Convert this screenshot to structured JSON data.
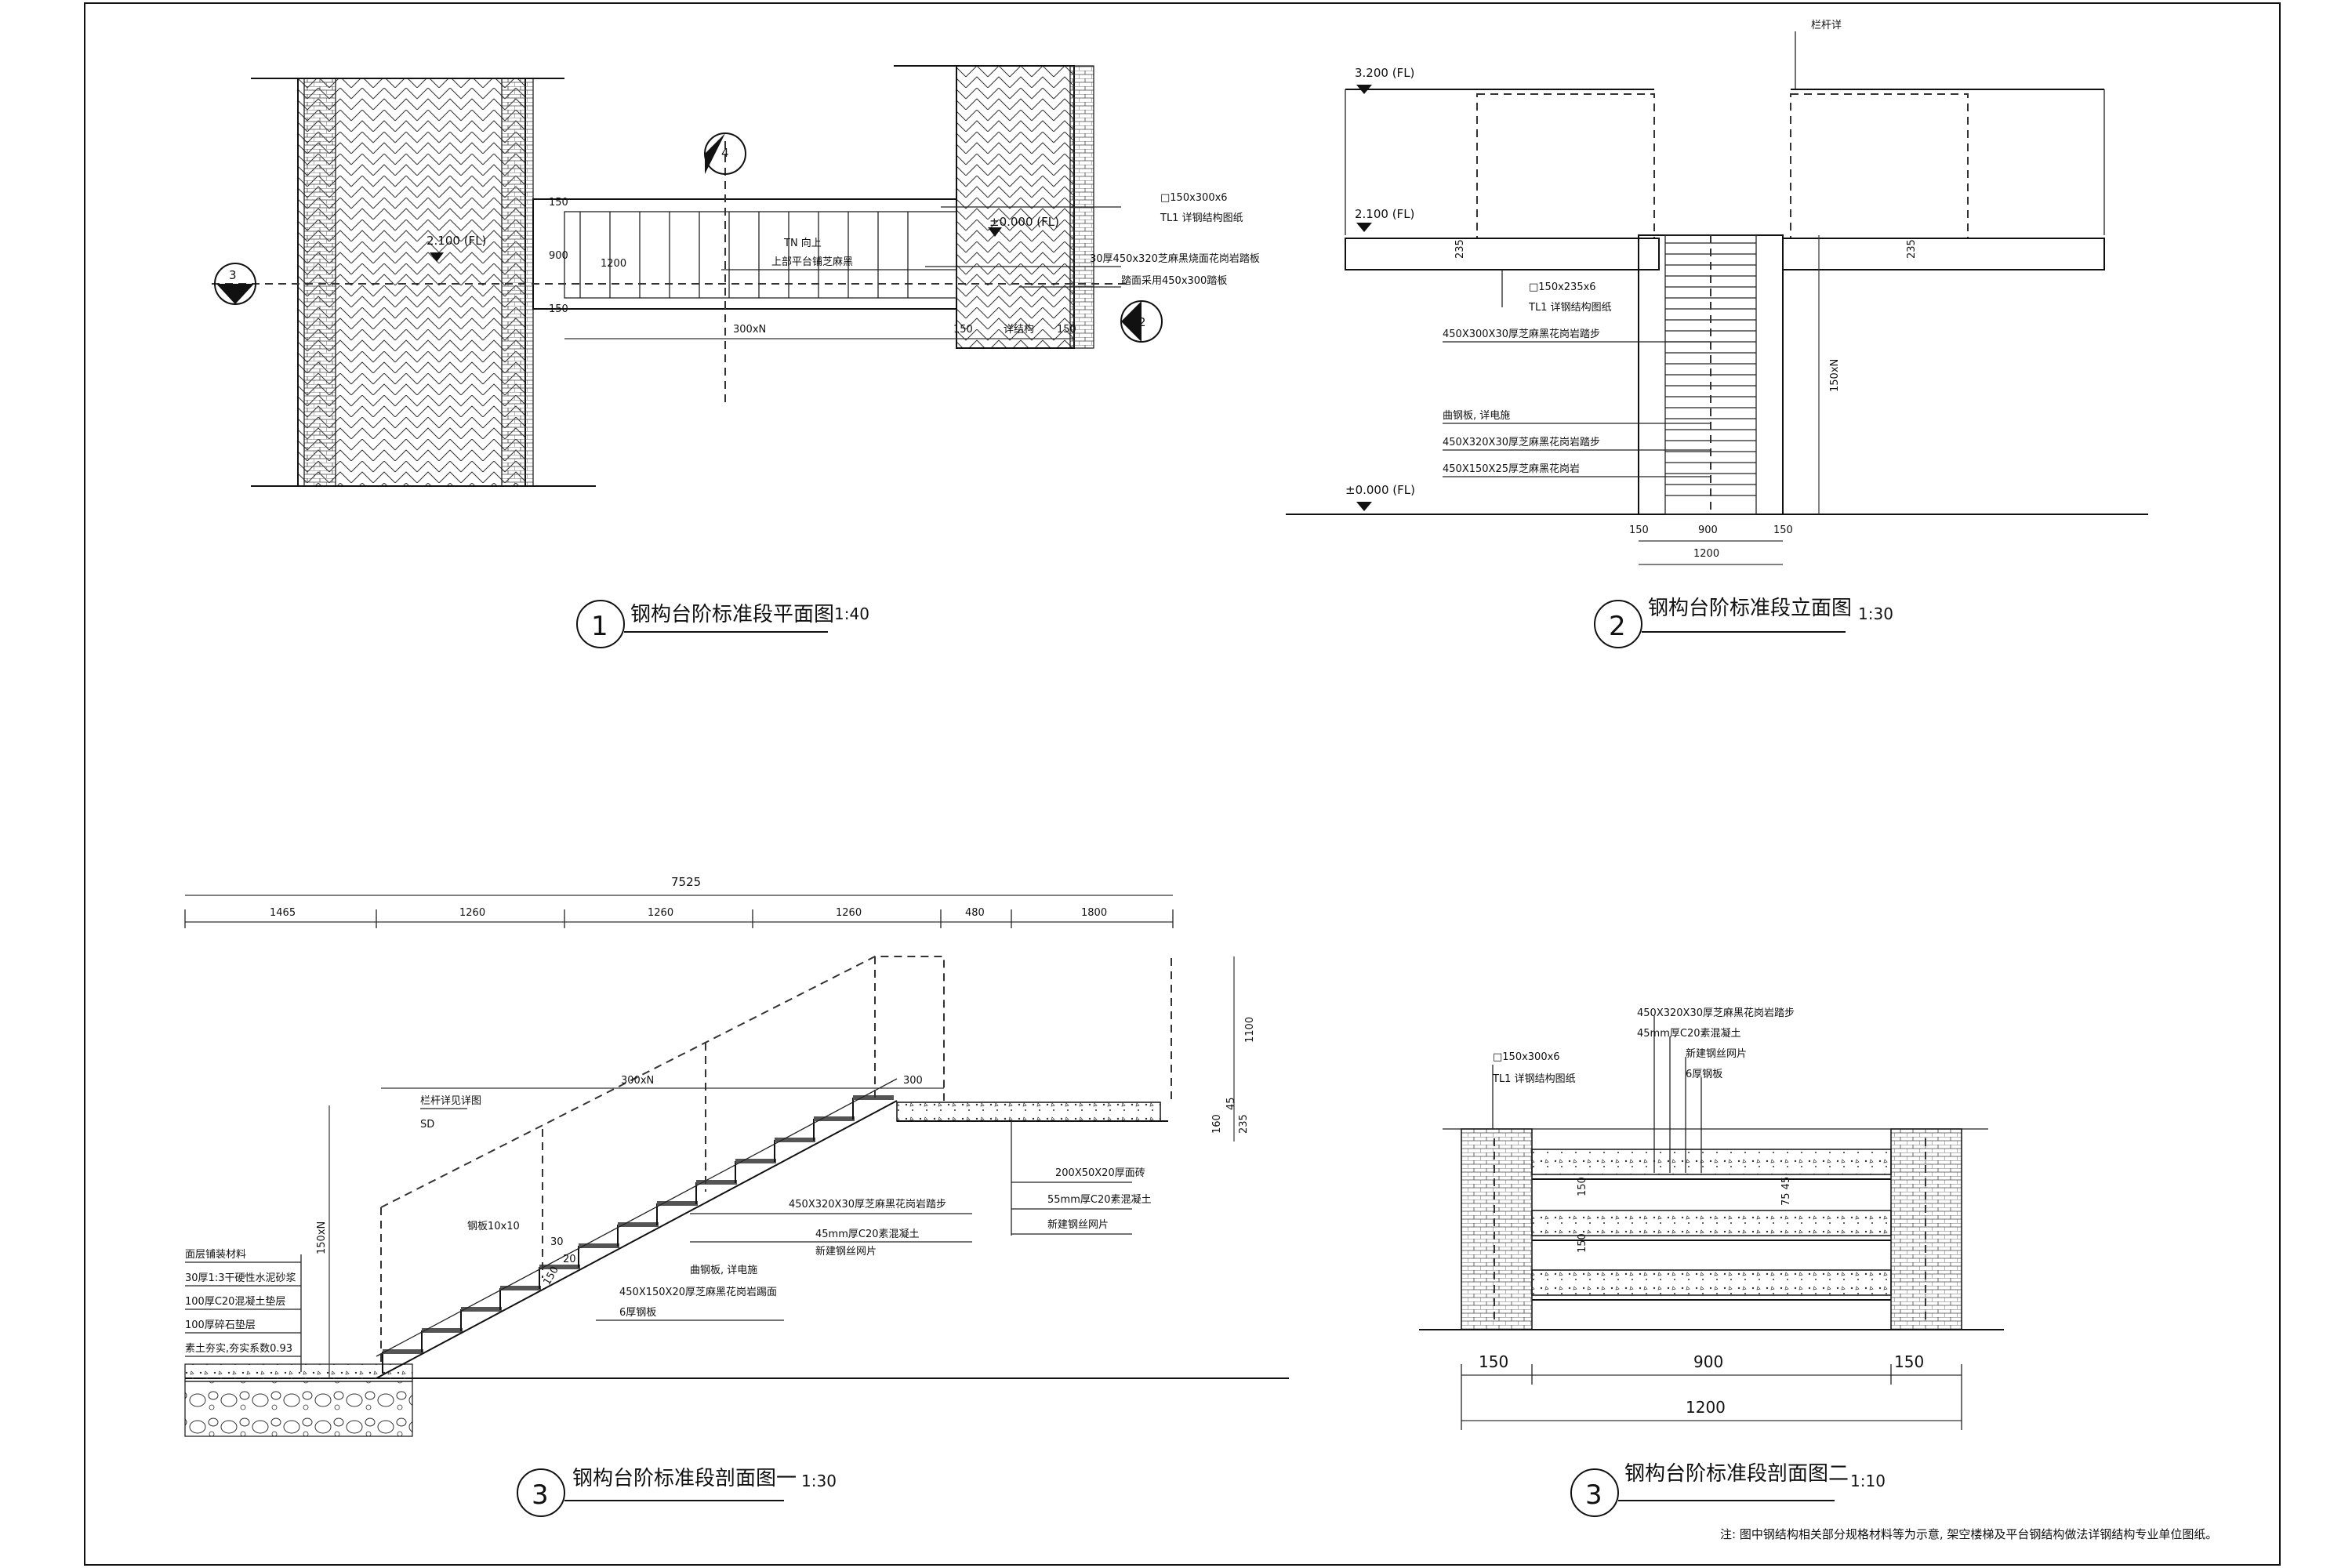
{
  "plan": {
    "title": "钢构台阶标准段平面图",
    "scale": "1:40",
    "number": "1",
    "level_left": "2.100 (FL)",
    "level_right": "±0.000 (FL)",
    "note_1": "□150x300x6",
    "note_2": "TL1  详钢结构图纸",
    "note_3": "30厚450x320芝麻黑烧面花岗岩踏板",
    "note_4": "踏面采用450x300踏板",
    "note_center": "TN 向上",
    "note_center2": "上部平台铺芝麻黑",
    "dim_run": "300xN",
    "dim_150a": "150",
    "dim_150b": "150",
    "dim_mid": "详结构",
    "dim_900": "900",
    "dim_1200": "1200",
    "dim_150c": "150",
    "dim_150d": "150",
    "sec3": "3",
    "sec4": "4",
    "sec2": "2"
  },
  "elev": {
    "title": "钢构台阶标准段立面图",
    "scale": "1:30",
    "number": "2",
    "level_top": "3.200 (FL)",
    "level_mid": "2.100 (FL)",
    "level_base": "±0.000 (FL)",
    "rail_note": "栏杆详",
    "dim_235a": "235",
    "dim_235b": "235",
    "dim_150n": "150xN",
    "note_1": "□150x235x6",
    "note_2": "TL1  详钢结构图纸",
    "note_3": "450X300X30厚芝麻黑花岗岩踏步",
    "note_4": "曲钢板, 详电施",
    "note_5": "450X320X30厚芝麻黑花岗岩踏步",
    "note_6": "450X150X25厚芝麻黑花岗岩",
    "dim_150a": "150",
    "dim_900": "900",
    "dim_150b": "150",
    "dim_1200": "1200"
  },
  "sec1": {
    "title": "钢构台阶标准段剖面图一",
    "scale": "1:30",
    "number": "3",
    "dim_total": "7525",
    "dims": [
      "1465",
      "1260",
      "1260",
      "1260",
      "480",
      "1800"
    ],
    "dim_1100": "1100",
    "dim_45": "45",
    "dim_160": "160",
    "dim_235": "235",
    "dim_run": "300xN",
    "dim_300": "300",
    "dim_150n": "150xN",
    "rail_note": "栏杆详见详图",
    "rail_sd": "SD",
    "steel_note": "钢板10x10",
    "note_a1": "450X320X30厚芝麻黑花岗岩踏步",
    "note_a2": "45mm厚C20素混凝土",
    "note_a3": "新建钢丝网片",
    "note_b1": "曲钢板, 详电施",
    "note_b2": "450X150X20厚芝麻黑花岗岩踢面",
    "note_b3": "6厚钢板",
    "note_c1": "200X50X20厚面砖",
    "note_c2": "55mm厚C20素混凝土",
    "note_c3": "新建钢丝网片",
    "layers": [
      "面层铺装材料",
      "30厚1:3干硬性水泥砂浆",
      "100厚C20混凝土垫层",
      "100厚碎石垫层",
      "素土夯实,夯实系数0.93"
    ],
    "dim_30": "30",
    "dim_20": "20",
    "dim_150": "150"
  },
  "sec2": {
    "title": "钢构台阶标准段剖面图二",
    "scale": "1:10",
    "number": "3",
    "note_1": "□150x300x6",
    "note_2": "TL1  详钢结构图纸",
    "note_a1": "450X320X30厚芝麻黑花岗岩踏步",
    "note_a2": "45mm厚C20素混凝土",
    "note_a3": "新建钢丝网片",
    "note_a4": "6厚钢板",
    "dim_150a": "150",
    "dim_900": "900",
    "dim_150b": "150",
    "dim_1200": "1200",
    "dim_vert_1": "150",
    "dim_vert_2": "75 45",
    "dim_vert_3": "150"
  },
  "footnote": "注: 图中钢结构相关部分规格材料等为示意, 架空楼梯及平台钢结构做法详钢结构专业单位图纸。"
}
